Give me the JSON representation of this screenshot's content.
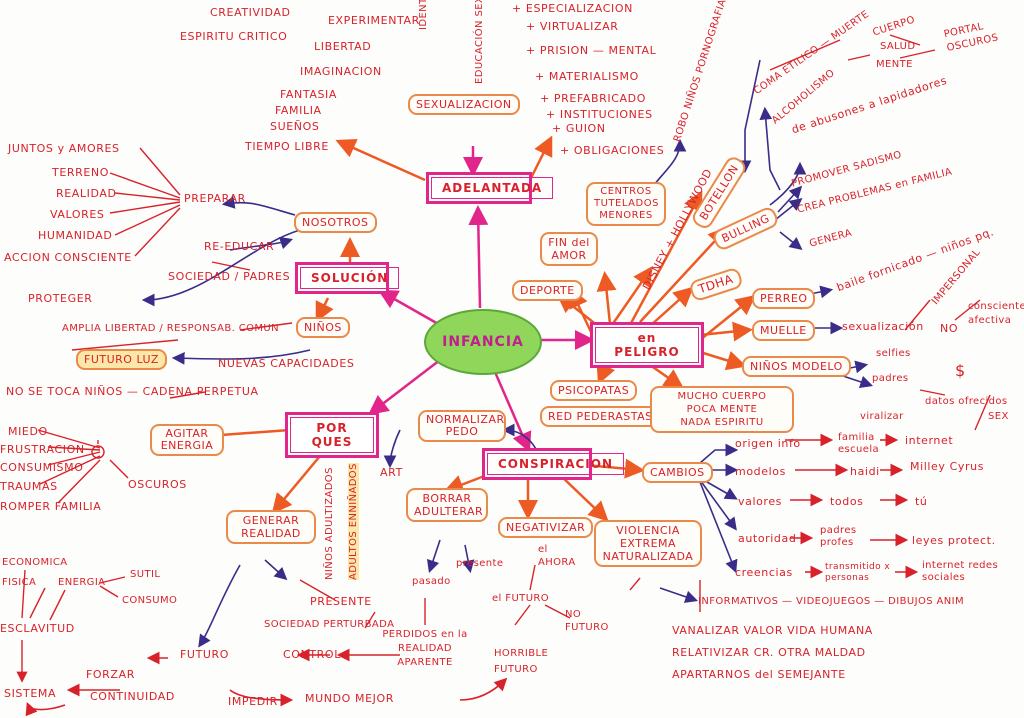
{
  "center": "INFANCIA",
  "main_nodes": {
    "adelantada": "ADELANTADA",
    "solucion": "SOLUCIÓN",
    "por_ques": "POR QUES",
    "conspiracion": "CONSPIRACION",
    "en_peligro": "en PELIGRO"
  },
  "top_left_list": [
    "CREATIVIDAD",
    "ESPIRITU CRITICO",
    "EXPERIMENTAR",
    "LIBERTAD",
    "IMAGINACION",
    "FANTASIA",
    "FAMILIA",
    "SUEÑOS",
    "TIEMPO LIBRE"
  ],
  "sexualizacion": {
    "label": "SEXUALIZACION",
    "vertical": [
      "IDENTIFICACION GENERO",
      "EDUCACIÓN SEXUAL"
    ],
    "right": [
      "+ ESPECIALIZACION",
      "+ VIRTUALIZAR",
      "+ PRISION — MENTAL",
      "+ MATERIALISMO",
      "+ PREFABRICADO",
      "+ INSTITUCIONES",
      "+ GUION",
      "+ OBLIGACIONES"
    ]
  },
  "preparar": {
    "label": "PREPARAR",
    "items": [
      "JUNTOS y AMORES",
      "TERRENO",
      "REALIDAD",
      "VALORES",
      "HUMANIDAD",
      "ACCION CONSCIENTE"
    ]
  },
  "solucion_branch": {
    "nosotros": "NOSOTROS",
    "re_educar": "RE-EDUCAR",
    "sociedad": "SOCIEDAD / PADRES",
    "ninos": "NIÑOS",
    "proteger": "PROTEGER",
    "amplia": "AMPLIA LIBERTAD / RESPONSAB. COMUN",
    "futuro_luz": "FUTURO LUZ",
    "nuevas": "NUEVAS CAPACIDADES",
    "no_se_toca": "NO SE TOCA NIÑOS — CADENA PERPETUA"
  },
  "por_ques_branch": {
    "agitar": "AGITAR ENERGIA",
    "left": [
      "MIEDO",
      "FRUSTRACION",
      "CONSUMISMO",
      "TRAUMAS",
      "ROMPER FAMILIA"
    ],
    "oscuros": "OSCUROS",
    "generar": "GENERAR REALIDAD",
    "economica": "ECONOMICA",
    "fisica": "FISICA",
    "energia": "ENERGIA",
    "sutil": "SUTIL",
    "consumo": "CONSUMO",
    "esclavitud": "ESCLAVITUD",
    "sistema": "SISTEMA",
    "forzar": "FORZAR",
    "continuidad": "CONTINUIDAD",
    "futuro": "FUTURO",
    "impedir": "IMPEDIR",
    "mundo_mejor": "MUNDO MEJOR",
    "control": "CONTROL",
    "sociedad_perturbada": "SOCIEDAD PERTURBADA",
    "presente": "PRESENTE",
    "vertical1": "NIÑOS ADULTIZADOS",
    "vertical2": "ADULTOS ENNIÑADOS"
  },
  "conspiracion_branch": {
    "normalizar": "NORMALIZAR PEDO",
    "art": "ART",
    "borrar": "BORRAR ADULTERAR",
    "pasado": "pasado",
    "presente": "presente",
    "perdidos": "PERDIDOS en la REALIDAD APARENTE",
    "negativizar": "NEGATIVIZAR",
    "el_ahora": "el AHORA",
    "el_futuro": "el FUTURO",
    "no_futuro": "NO FUTURO",
    "horrible": "HORRIBLE FUTURO",
    "violencia": "VIOLENCIA EXTREMA NATURALIZADA",
    "banalizar": [
      "VANALIZAR VALOR VIDA HUMANA",
      "RELATIVIZAR CR. OTRA MALDAD",
      "APARTARNOS del SEMEJANTE"
    ],
    "cambios": "CAMBIOS",
    "cambios_rows": [
      [
        "origen info",
        "familia escuela",
        "internet"
      ],
      [
        "modelos",
        "haidi",
        "Milley Cyrus"
      ],
      [
        "valores",
        "todos",
        "tú"
      ],
      [
        "autoridad",
        "padres profes",
        "leyes protect."
      ],
      [
        "creencias",
        "transmitido x personas",
        "internet redes sociales"
      ]
    ],
    "informativos": "INFORMATIVOS — VIDEOJUEGOS — DIBUJOS ANIM"
  },
  "peligro_branch": {
    "centros": "CENTROS TUTELADOS MENORES",
    "robo": "ROBO NIÑOS PORNOGRAFIA",
    "fin_amor": "FIN del AMOR",
    "deporte": "DEPORTE",
    "disney": "DISNEY + HOLLYWOOD",
    "botellon": "BOTELLON",
    "bulling": "BULLING",
    "tdha": "TDHA",
    "coma": "COMA ETILICO — MUERTE",
    "alcoholismo": "ALCOHOLISMO",
    "cuerpo": [
      "CUERPO",
      "SALUD",
      "MENTE"
    ],
    "portal": "PORTAL OSCUROS",
    "abusones": "de abusones a lapidadores",
    "promover": "PROMOVER SADISMO",
    "crea": "CREA PROBLEMAS en FAMILIA",
    "genera": "GENERA",
    "perreo": "PERREO",
    "baile": "baile fornicado — niños pq.",
    "impersonal": "IMPERSONAL",
    "muelle": "MUELLE",
    "sexualizacion": "sexualización",
    "no": "NO",
    "consciente": "consciente afectiva",
    "ninos_modelo": "NIÑOS MODELO",
    "selfies": "selfies",
    "padres": "padres",
    "dollar": "$",
    "datos": "datos ofrecidos",
    "viralizar": "viralizar",
    "sex": "SEX",
    "psicopatas": "PSICOPATAS",
    "red": "RED PEDERASTAS",
    "mucho": [
      "MUCHO CUERPO",
      "POCA MENTE",
      "NADA ESPIRITU"
    ]
  },
  "colors": {
    "red": "#d8222b",
    "pink": "#e2258a",
    "orange": "#e98a4a",
    "blue": "#3a2d8a",
    "green": "#8fd65a"
  }
}
